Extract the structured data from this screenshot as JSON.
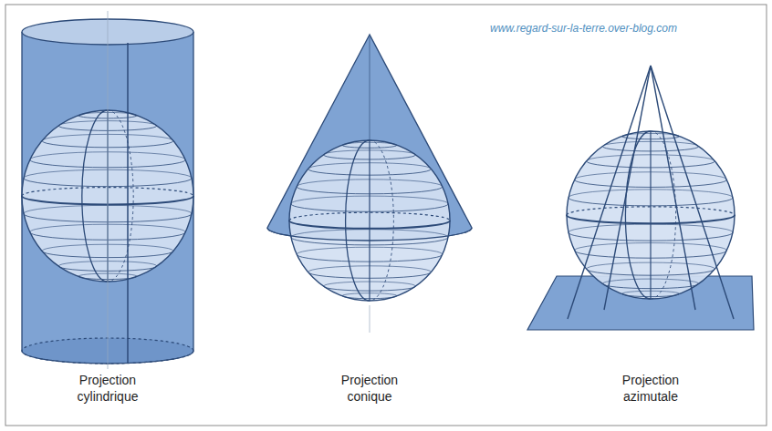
{
  "diagram": {
    "labels": [
      "www.regard-sur-la-terre.over-blog.com",
      "Projection cylindrique",
      "Projection conique",
      "Projection azimutale"
    ]
  }
}
